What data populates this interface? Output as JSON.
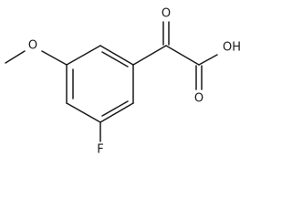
{
  "molecule": {
    "atoms": {
      "oxygen_ether": "O",
      "fluorine": "F",
      "oxygen_ketone": "O",
      "oxygen_carbonyl": "O",
      "hydroxyl": "OH"
    }
  }
}
